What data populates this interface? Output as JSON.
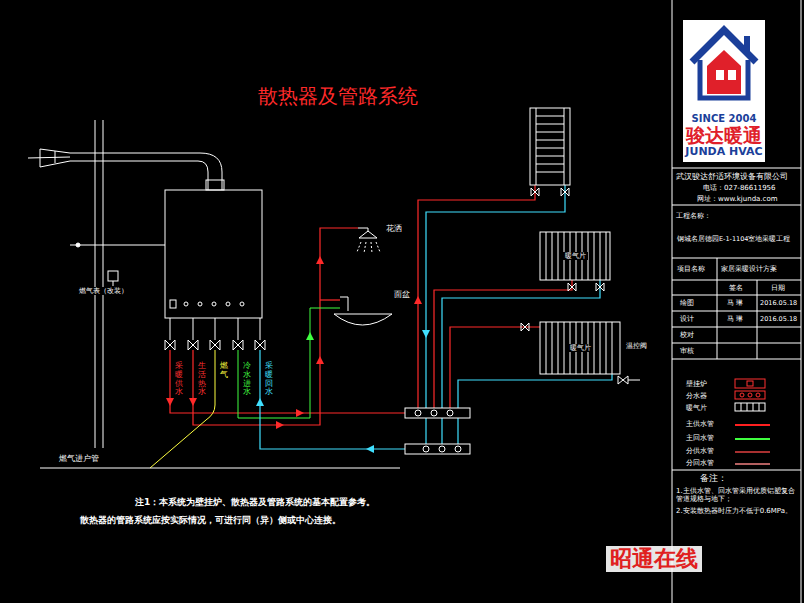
{
  "diagram": {
    "title": "散热器及管路系统",
    "nodes": [
      {
        "text": [
          "SINCE 2004",
          "骏达暖通",
          "JUNDA HVAC"
        ]
      },
      {
        "text": [
          "暖气片"
        ]
      },
      {
        "text": [
          "暖气片"
        ]
      }
    ],
    "labels": [
      "燃气表（改装）",
      "采暖供水",
      "生活热水",
      "燃气",
      "冷水进水",
      "采暖回水",
      "燃气进户管",
      "花洒",
      "面盆",
      "温控阀",
      "注1：本系统为壁挂炉、散热器及管路系统的基本配置参考。",
      "散热器的管路系统应按实际情况，可进行同（异）侧或中心连接。",
      "武汉骏达舒适环境设备有限公司",
      "电话：027-86611956",
      "网址：www.kjunda.com",
      "工程名称：",
      "钢城名居德园E-1-1104室地采暖工程",
      "项目名称",
      "家居采暖设计方案",
      "签名",
      "日期",
      "绘图",
      "马 琳",
      "2016.05.18",
      "设计",
      "马 琳",
      "2016.05.18",
      "校对",
      "审核",
      "备注：",
      "1.主供水管、回水管采用优质铝塑复合管道规格与地下；",
      "2.安装散热器时压力不低于0.6MPa。",
      "昭通在线"
    ],
    "legend": [
      {
        "text": "壁挂炉"
      },
      {
        "text": "分水器"
      },
      {
        "text": "暖气片"
      },
      {
        "text": "主供水管"
      },
      {
        "text": "主回水管"
      },
      {
        "text": "分供水管"
      },
      {
        "text": "分回水管"
      }
    ]
  }
}
